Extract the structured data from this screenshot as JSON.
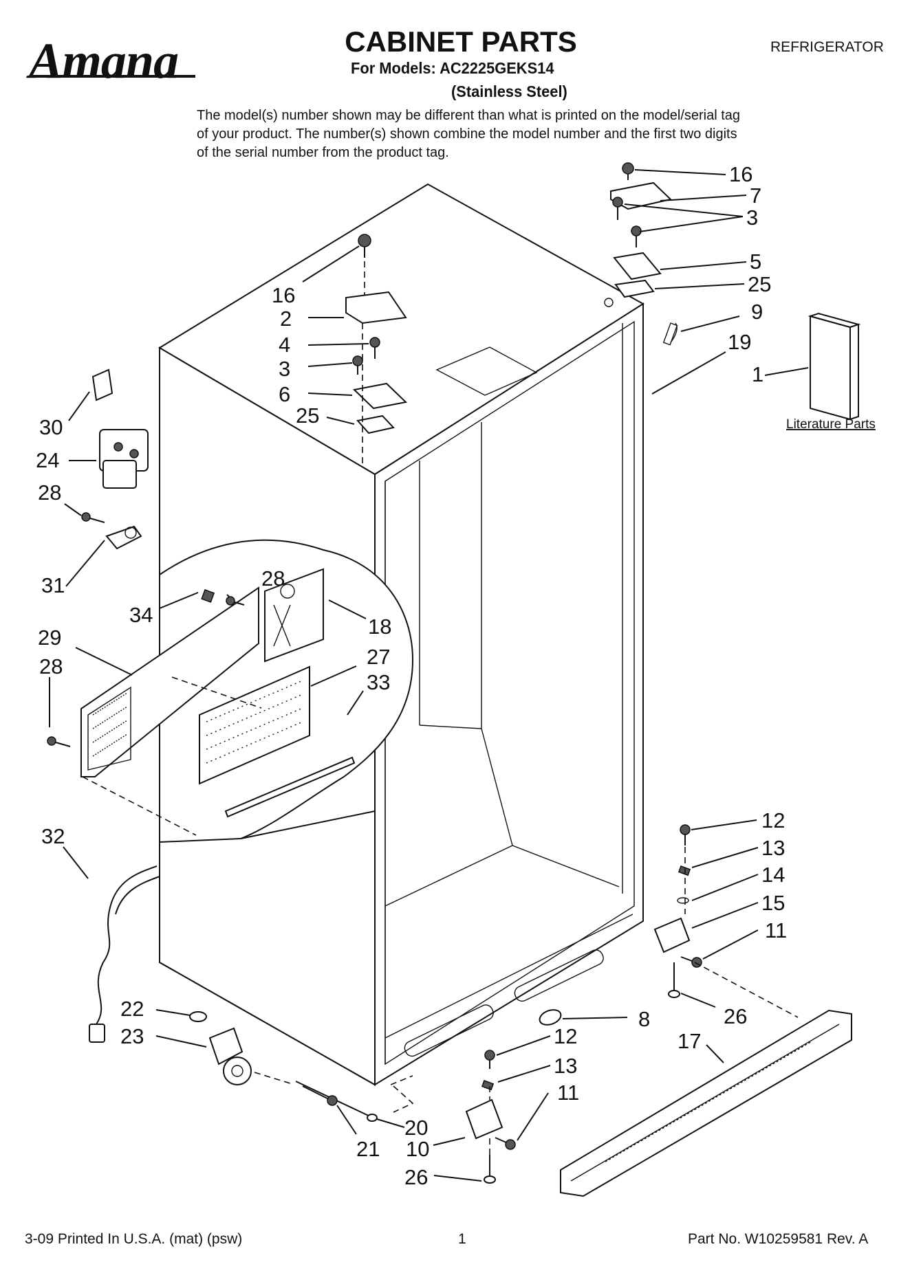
{
  "header": {
    "brand": "Amana",
    "title": "CABINET PARTS",
    "models_line": "For Models: AC2225GEKS14",
    "finish_line": "(Stainless Steel)",
    "category": "REFRIGERATOR",
    "disclaimer": "The model(s) number shown may be different than what is printed on the model/serial tag of your product. The number(s) shown combine the model number and the first two digits of the serial number from the product tag."
  },
  "diagram": {
    "literature_label": "Literature Parts",
    "callouts": [
      {
        "id": "c-16-top-right",
        "text": "16"
      },
      {
        "id": "c-7",
        "text": "7"
      },
      {
        "id": "c-3-top-right",
        "text": "3"
      },
      {
        "id": "c-5",
        "text": "5"
      },
      {
        "id": "c-25-top-right",
        "text": "25"
      },
      {
        "id": "c-9",
        "text": "9"
      },
      {
        "id": "c-19",
        "text": "19"
      },
      {
        "id": "c-1",
        "text": "1"
      },
      {
        "id": "c-16-top-left",
        "text": "16"
      },
      {
        "id": "c-2",
        "text": "2"
      },
      {
        "id": "c-4",
        "text": "4"
      },
      {
        "id": "c-3-top-left",
        "text": "3"
      },
      {
        "id": "c-6",
        "text": "6"
      },
      {
        "id": "c-25-top-left",
        "text": "25"
      },
      {
        "id": "c-30",
        "text": "30"
      },
      {
        "id": "c-24",
        "text": "24"
      },
      {
        "id": "c-28-a",
        "text": "28"
      },
      {
        "id": "c-31",
        "text": "31"
      },
      {
        "id": "c-28-b",
        "text": "28"
      },
      {
        "id": "c-34",
        "text": "34"
      },
      {
        "id": "c-18",
        "text": "18"
      },
      {
        "id": "c-29",
        "text": "29"
      },
      {
        "id": "c-28-c",
        "text": "28"
      },
      {
        "id": "c-27",
        "text": "27"
      },
      {
        "id": "c-33",
        "text": "33"
      },
      {
        "id": "c-32",
        "text": "32"
      },
      {
        "id": "c-12-right",
        "text": "12"
      },
      {
        "id": "c-13-right",
        "text": "13"
      },
      {
        "id": "c-14",
        "text": "14"
      },
      {
        "id": "c-15",
        "text": "15"
      },
      {
        "id": "c-11-right",
        "text": "11"
      },
      {
        "id": "c-26-right",
        "text": "26"
      },
      {
        "id": "c-8",
        "text": "8"
      },
      {
        "id": "c-22",
        "text": "22"
      },
      {
        "id": "c-23",
        "text": "23"
      },
      {
        "id": "c-12-bottom",
        "text": "12"
      },
      {
        "id": "c-17",
        "text": "17"
      },
      {
        "id": "c-13-bottom",
        "text": "13"
      },
      {
        "id": "c-11-bottom",
        "text": "11"
      },
      {
        "id": "c-20",
        "text": "20"
      },
      {
        "id": "c-21",
        "text": "21"
      },
      {
        "id": "c-10",
        "text": "10"
      },
      {
        "id": "c-26-bottom",
        "text": "26"
      }
    ]
  },
  "footer": {
    "print_info": "3-09 Printed In U.S.A. (mat) (psw)",
    "page_number": "1",
    "part_number": "Part No. W10259581 Rev. A"
  }
}
